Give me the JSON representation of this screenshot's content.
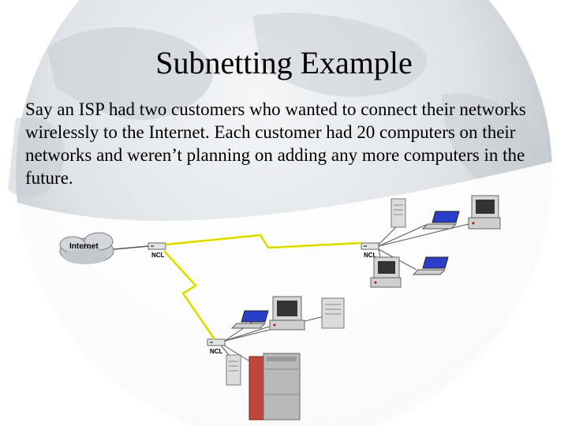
{
  "slide": {
    "title": "Subnetting Example",
    "body": "Say an ISP had two customers who wanted to connect their networks wirelessly to the Internet.  Each customer had 20 computers on their networks and weren’t planning on adding any more computers in the future."
  },
  "diagram": {
    "internet_label": "Internet",
    "router_label": "NCL",
    "colors": {
      "globe": "#d9dde2",
      "lightning": "#f2f21a",
      "cable": "#555555",
      "mainframe": "#c0453a"
    }
  }
}
